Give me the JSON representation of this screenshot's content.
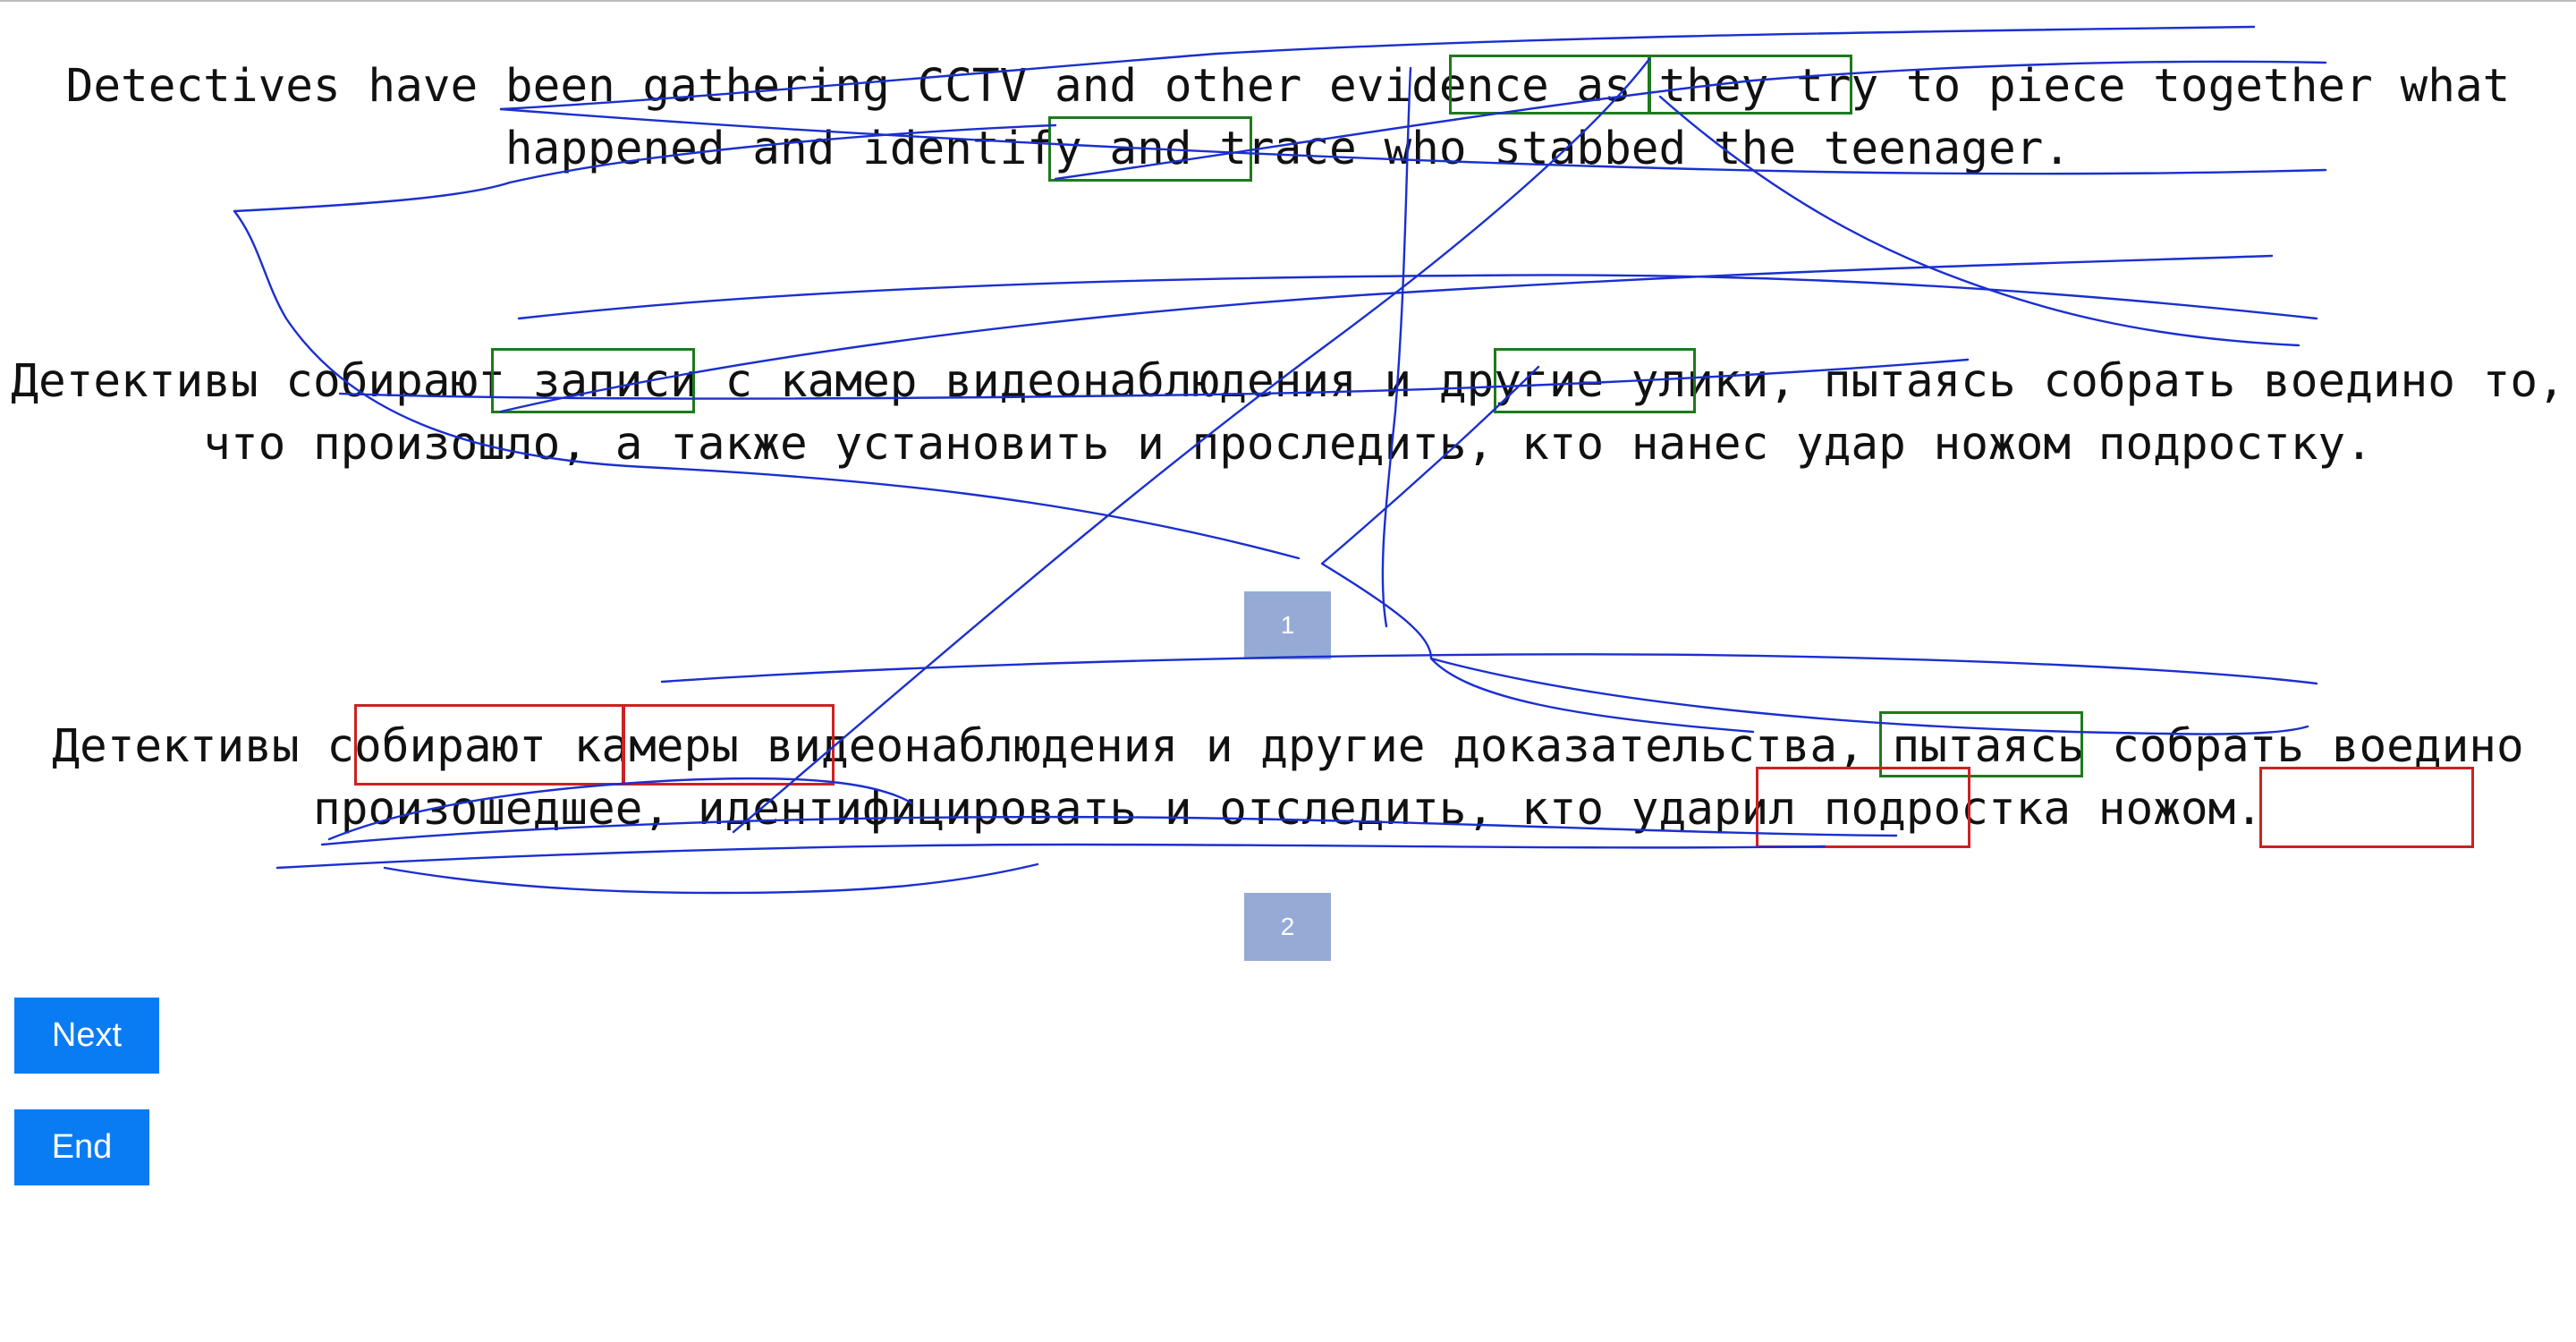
{
  "source_sentence": "Detectives have been gathering CCTV and other evidence as they try to piece together what happened and identify and trace who stabbed the teenager.",
  "reference_translation": "Детективы собирают записи с камер видеонаблюдения и другие улики, пытаясь собрать воедино то, что произошло, а также установить и проследить, кто нанес удар ножом подростку.",
  "translation_2": "Детективы собирают камеры видеонаблюдения и другие доказательства, пытаясь собрать воедино произошедшее, идентифицировать и отследить, кто ударил подростка ножом.",
  "label_1": "1",
  "label_2": "2",
  "buttons": {
    "next": "Next",
    "end": "End"
  },
  "colors": {
    "ink_stroke": "#1b2fd0",
    "box_green": "#1d7a1d",
    "box_red": "#cc2222",
    "label_background": "#95abd5",
    "button_background": "#0a7cf3"
  }
}
